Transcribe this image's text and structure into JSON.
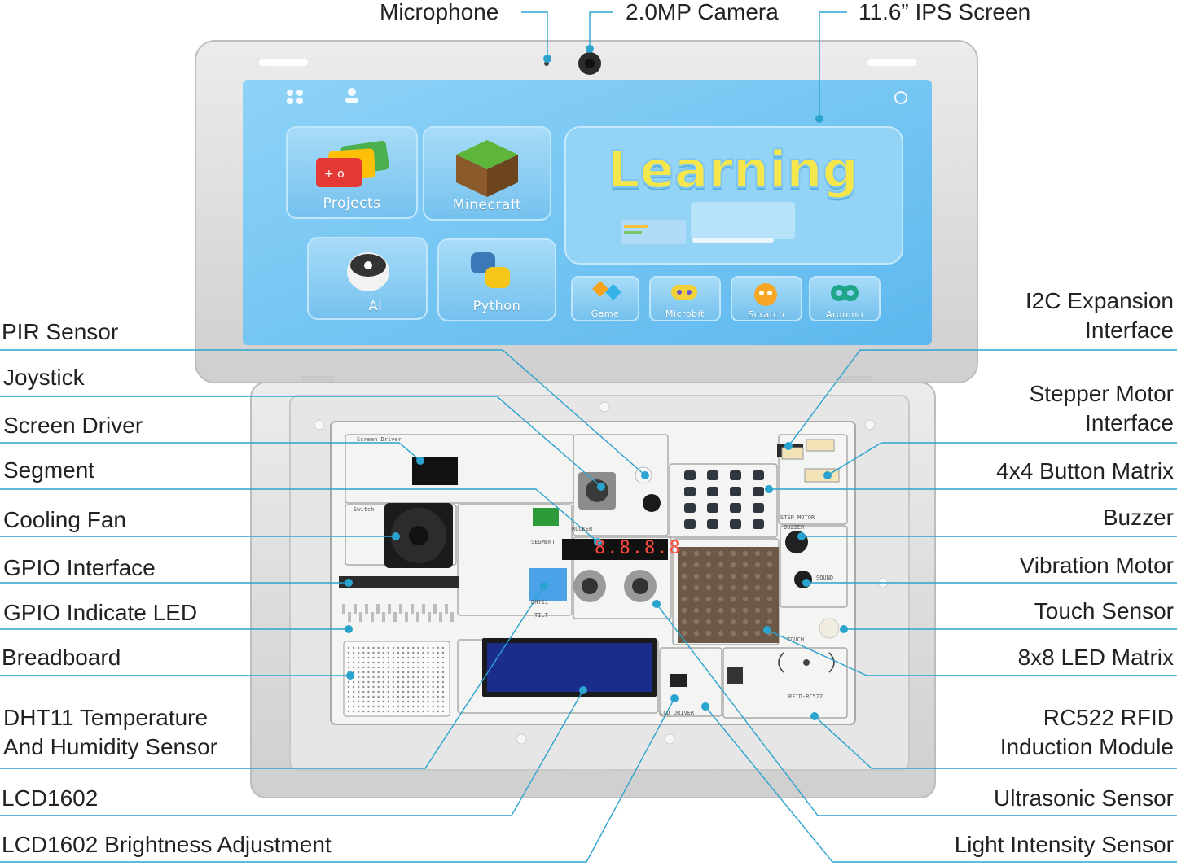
{
  "labels": {
    "top": [
      {
        "id": "microphone",
        "text": "Microphone"
      },
      {
        "id": "camera",
        "text": "2.0MP Camera"
      },
      {
        "id": "screen",
        "text": "11.6” IPS Screen"
      }
    ],
    "left": [
      {
        "id": "pir",
        "text": "PIR Sensor"
      },
      {
        "id": "joystick",
        "text": "Joystick"
      },
      {
        "id": "screen-driver",
        "text": "Screen Driver"
      },
      {
        "id": "segment",
        "text": "Segment"
      },
      {
        "id": "cooling-fan",
        "text": "Cooling Fan"
      },
      {
        "id": "gpio-interface",
        "text": "GPIO Interface"
      },
      {
        "id": "gpio-led",
        "text": "GPIO Indicate LED"
      },
      {
        "id": "breadboard",
        "text": "Breadboard"
      },
      {
        "id": "dht11",
        "text": "DHT11 Temperature\nAnd Humidity Sensor"
      },
      {
        "id": "lcd1602",
        "text": "LCD1602"
      },
      {
        "id": "lcd-brightness",
        "text": "LCD1602 Brightness Adjustment"
      }
    ],
    "right": [
      {
        "id": "i2c",
        "text": "I2C Expansion\nInterface"
      },
      {
        "id": "stepper",
        "text": "Stepper Motor\nInterface"
      },
      {
        "id": "button-matrix",
        "text": "4x4 Button Matrix"
      },
      {
        "id": "buzzer",
        "text": "Buzzer"
      },
      {
        "id": "vibration",
        "text": "Vibration Motor"
      },
      {
        "id": "touch",
        "text": "Touch Sensor"
      },
      {
        "id": "led-matrix",
        "text": "8x8 LED Matrix"
      },
      {
        "id": "rfid",
        "text": "RC522 RFID\nInduction Module"
      },
      {
        "id": "ultrasonic",
        "text": "Ultrasonic Sensor"
      },
      {
        "id": "light",
        "text": "Light Intensity Sensor"
      }
    ]
  },
  "screen_ui": {
    "tiles": [
      {
        "id": "projects",
        "label": "Projects"
      },
      {
        "id": "minecraft",
        "label": "Minecraft"
      },
      {
        "id": "ai",
        "label": "AI"
      },
      {
        "id": "python",
        "label": "Python"
      }
    ],
    "banner": "Learning",
    "small_tiles": [
      {
        "id": "game",
        "label": "Game"
      },
      {
        "id": "microbit",
        "label": "Microbit"
      },
      {
        "id": "scratch",
        "label": "Scratch"
      },
      {
        "id": "arduino",
        "label": "Arduino"
      }
    ]
  },
  "board": {
    "silkscreen": {
      "screen_driver": "Screen Driver",
      "segment": "SEGMENT",
      "rocker": "ROCKER",
      "step_motor": "STEP MOTOR",
      "buzzer": "BUZZER",
      "sound": "SOUND",
      "touch": "TOUCH",
      "rfid": "RFID-RC522",
      "lcd_driver": "LCD DRIVER",
      "tilt": "TILT",
      "dht11": "DHT11",
      "switch": "Switch"
    },
    "segment_display": "8.8.8.8"
  },
  "colors": {
    "leader_line": "#2ba3cf",
    "screen_bg": "#7cc9f3",
    "laptop_shell": "#d9d9d9",
    "pcb": "#f4f4f2",
    "lcd": "#1a2d8a"
  }
}
